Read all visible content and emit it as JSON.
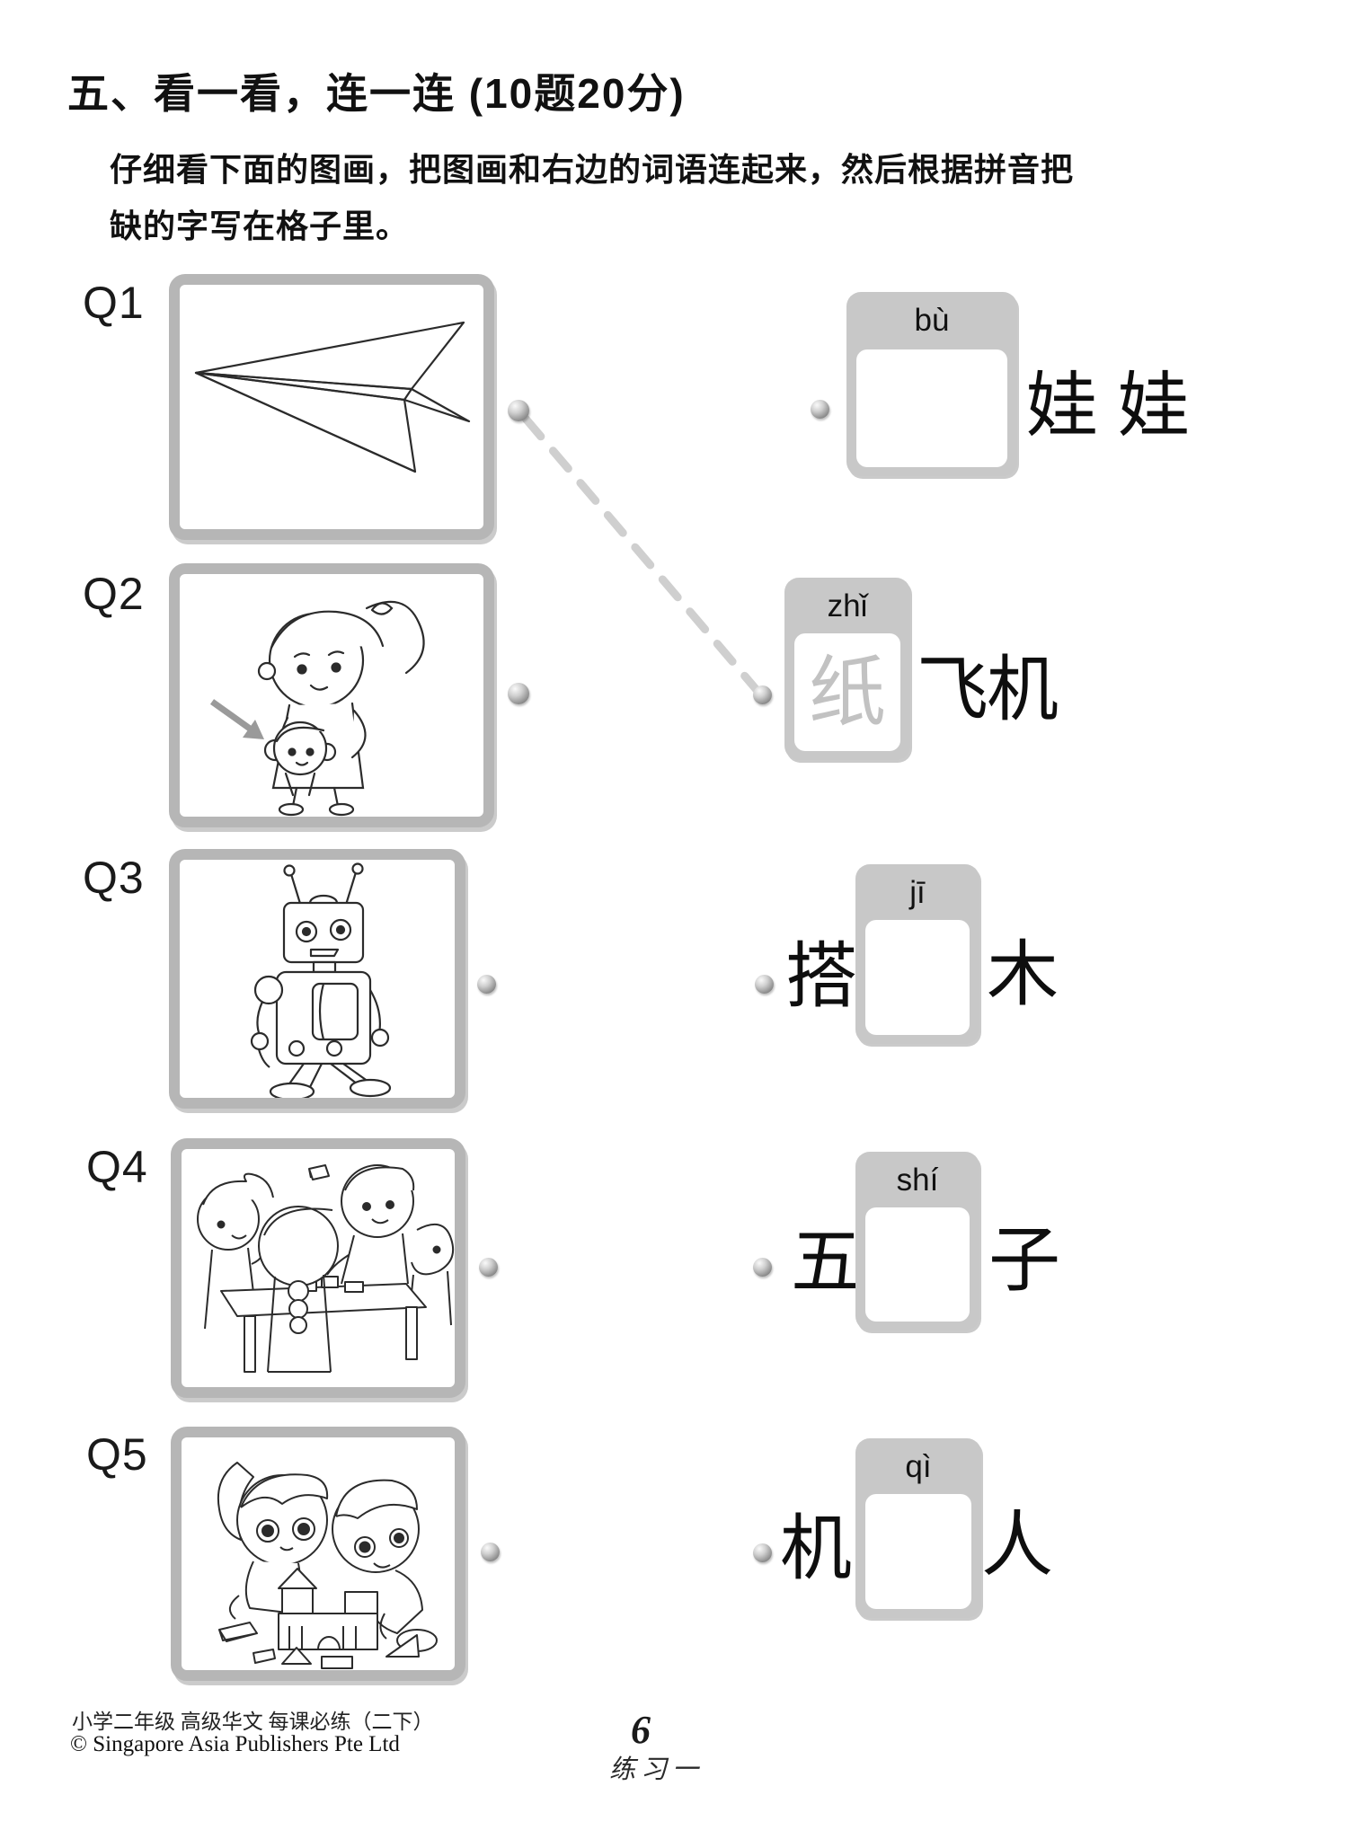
{
  "header": {
    "title": "五、看一看，连一连 (10题20分)",
    "instructions": [
      "仔细看下面的图画，把图画和右边的词语连起来，然后根据拼音把",
      "缺的字写在格子里。"
    ]
  },
  "questions": [
    {
      "label": "Q1",
      "image": "paper-airplane"
    },
    {
      "label": "Q2",
      "image": "girl-hugging-doll"
    },
    {
      "label": "Q3",
      "image": "toy-robot"
    },
    {
      "label": "Q4",
      "image": "children-playing-blocks-at-table"
    },
    {
      "label": "Q5",
      "image": "two-children-building-block-castle"
    }
  ],
  "answers": [
    {
      "pinyin": "bù",
      "pre": "",
      "box_content": "",
      "post": "娃娃"
    },
    {
      "pinyin": "zhǐ",
      "pre": "",
      "box_content": "纸",
      "post": "飞机"
    },
    {
      "pinyin": "jī",
      "pre": "搭",
      "box_content": "",
      "post": "木"
    },
    {
      "pinyin": "shí",
      "pre": "五",
      "box_content": "",
      "post": "子"
    },
    {
      "pinyin": "qì",
      "pre": "机",
      "box_content": "",
      "post": "人"
    }
  ],
  "connection": {
    "from": "Q1",
    "to": "zhǐ 飞机"
  },
  "footer": {
    "series": "小学二年级 高级华文 每课必练（二下）",
    "copyright": "© Singapore Asia Publishers Pte Ltd",
    "page_number": "6",
    "exercise": "练习一"
  },
  "colors": {
    "box_border": "#b6b6b6",
    "answer_box_bg": "#c8c8c8",
    "faint_char": "#c2c2c2",
    "dashed_line": "#cfcfcf",
    "arrow_gray": "#9a9a9a",
    "line_art": "#2b2b2b"
  }
}
